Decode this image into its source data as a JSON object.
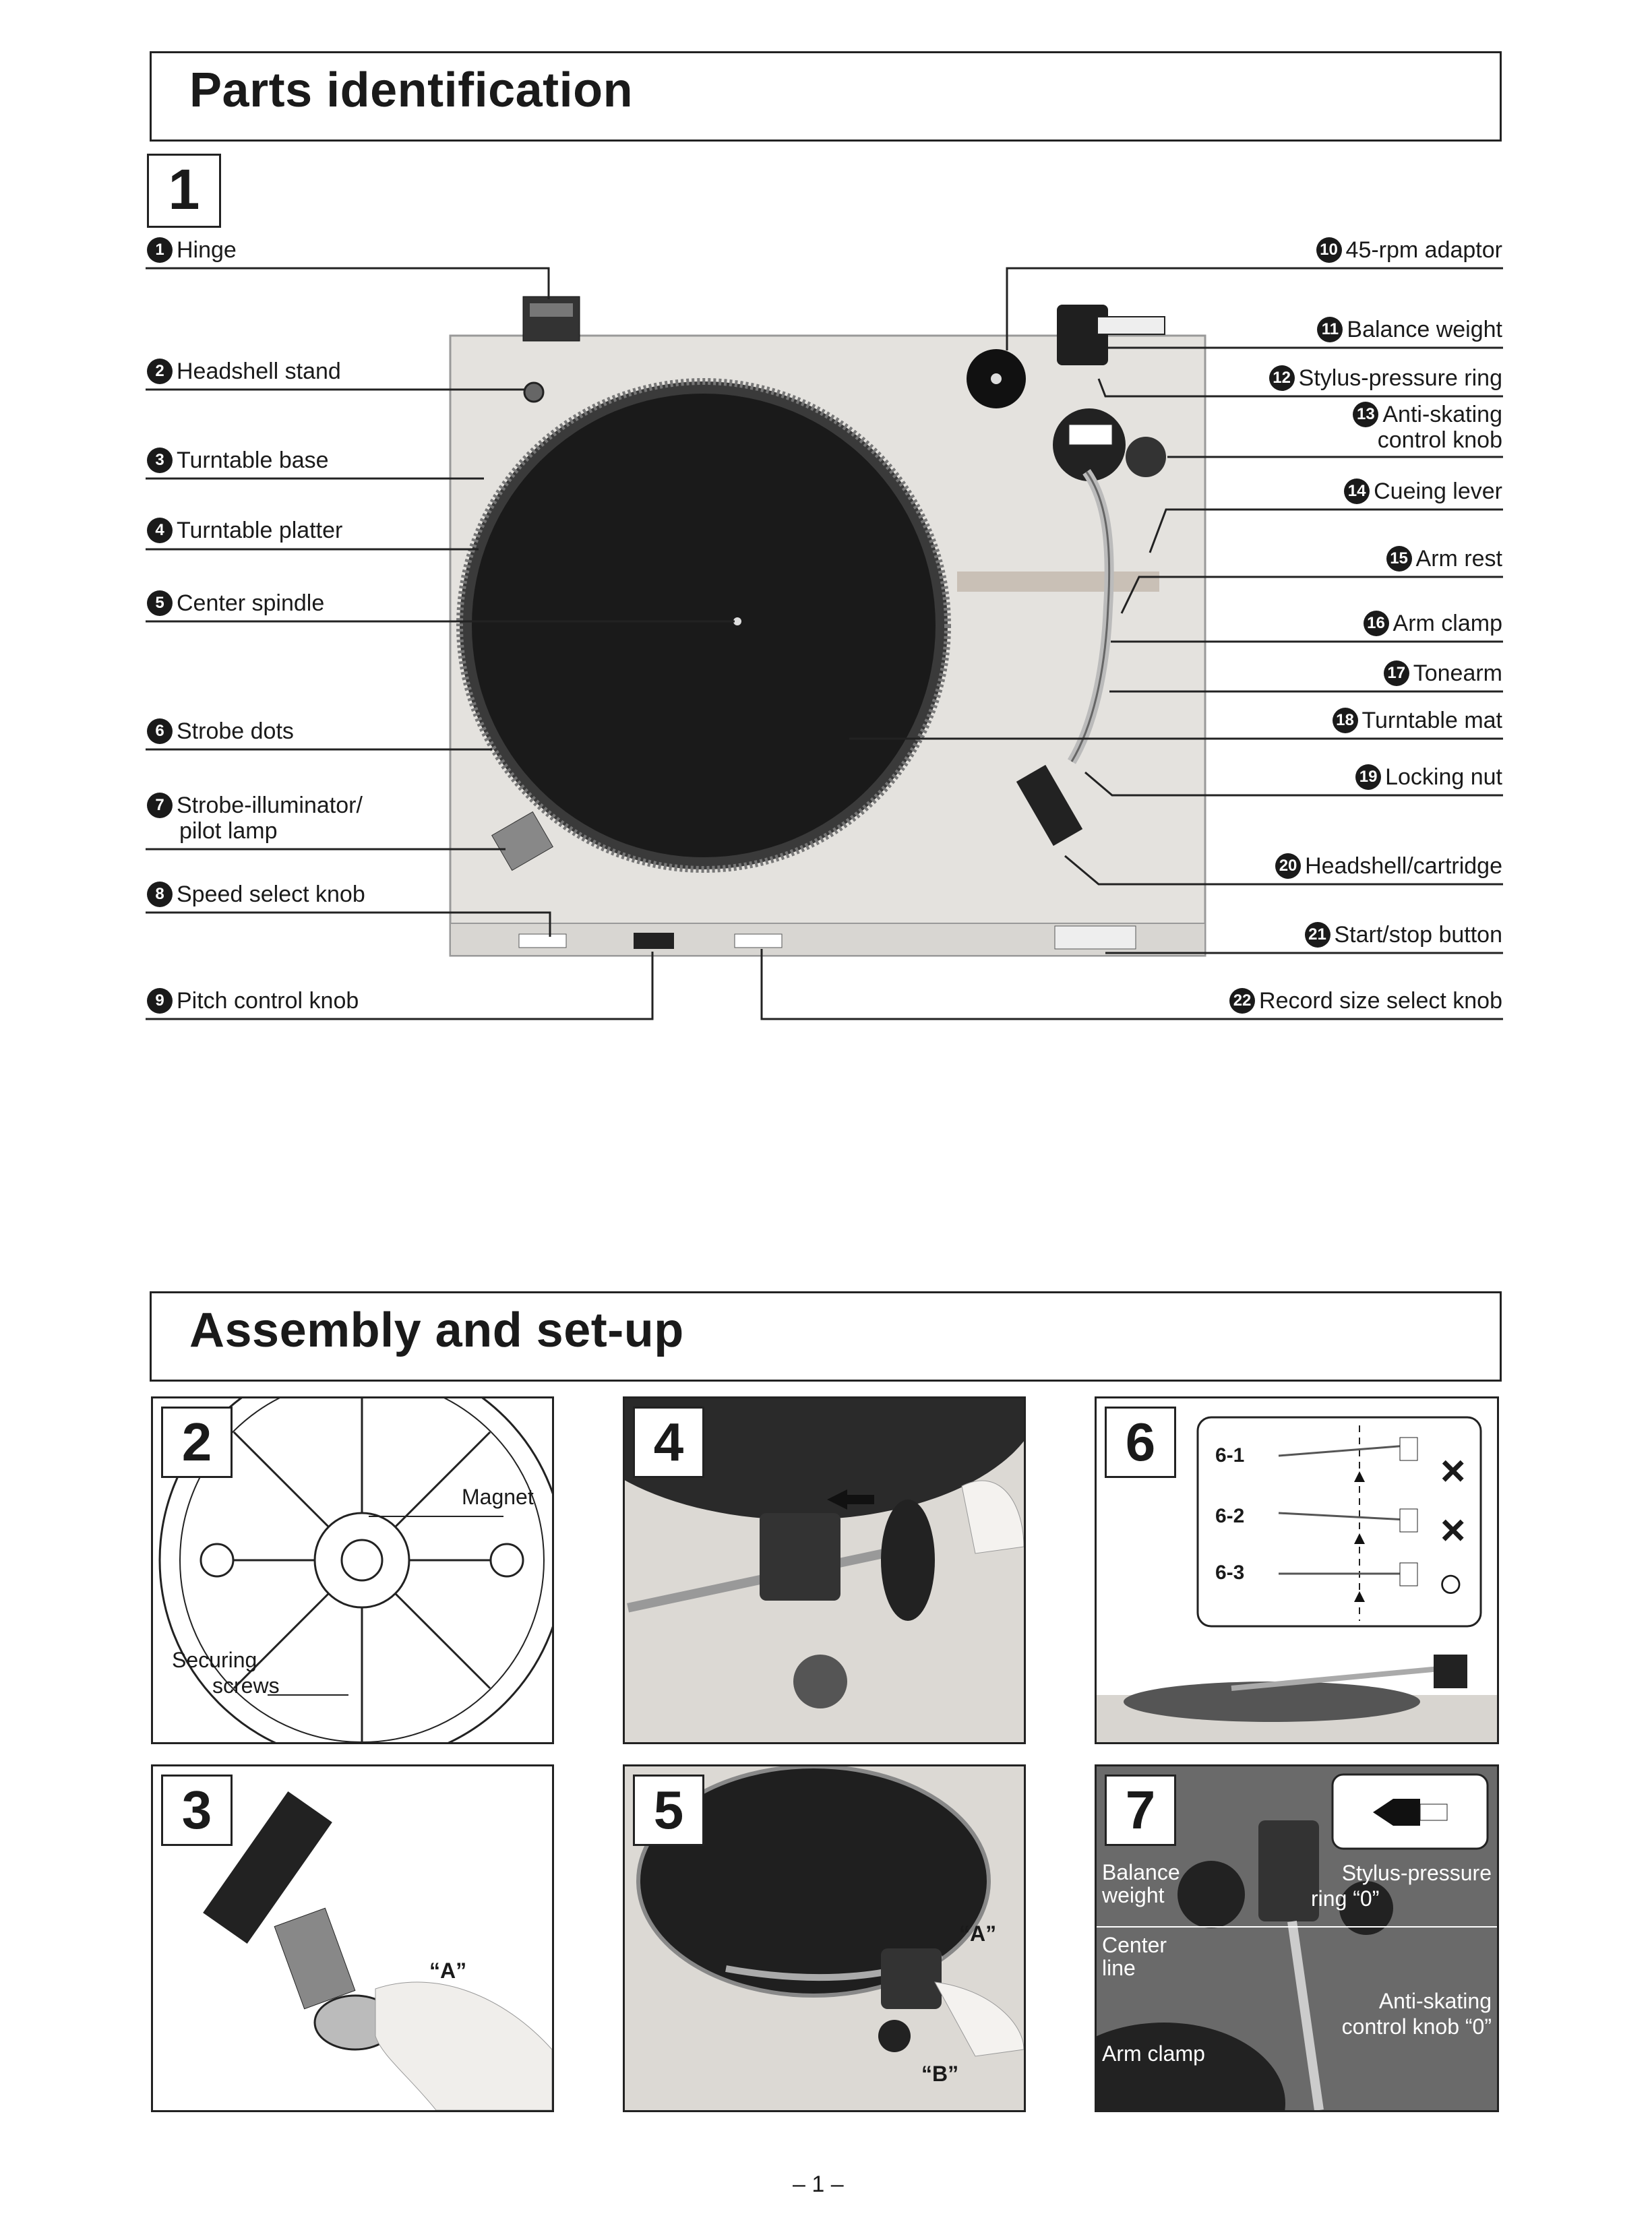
{
  "section1": {
    "title": "Parts identification",
    "figure": "1"
  },
  "left_labels": [
    {
      "num": "1",
      "text": "Hinge"
    },
    {
      "num": "2",
      "text": "Headshell stand"
    },
    {
      "num": "3",
      "text": "Turntable base"
    },
    {
      "num": "4",
      "text": "Turntable platter"
    },
    {
      "num": "5",
      "text": "Center spindle"
    },
    {
      "num": "6",
      "text": "Strobe dots"
    },
    {
      "num": "7",
      "text": "Strobe-illuminator/",
      "text2": "pilot lamp"
    },
    {
      "num": "8",
      "text": "Speed select knob"
    },
    {
      "num": "9",
      "text": "Pitch control knob"
    }
  ],
  "right_labels": [
    {
      "num": "10",
      "text": "45-rpm adaptor"
    },
    {
      "num": "11",
      "text": "Balance weight"
    },
    {
      "num": "12",
      "text": "Stylus-pressure ring"
    },
    {
      "num": "13",
      "text": "Anti-skating",
      "text2": "control knob"
    },
    {
      "num": "14",
      "text": "Cueing lever"
    },
    {
      "num": "15",
      "text": "Arm rest"
    },
    {
      "num": "16",
      "text": "Arm clamp"
    },
    {
      "num": "17",
      "text": "Tonearm"
    },
    {
      "num": "18",
      "text": "Turntable mat"
    },
    {
      "num": "19",
      "text": "Locking nut"
    },
    {
      "num": "20",
      "text": "Headshell/cartridge"
    },
    {
      "num": "21",
      "text": "Start/stop button"
    },
    {
      "num": "22",
      "text": "Record size select knob"
    }
  ],
  "section2": {
    "title": "Assembly and set-up"
  },
  "panels": {
    "p2": {
      "num": "2",
      "magnet": "Magnet",
      "securing1": "Securing",
      "securing2": "screws"
    },
    "p3": {
      "num": "3",
      "a": "“A”"
    },
    "p4": {
      "num": "4"
    },
    "p5": {
      "num": "5",
      "a": "“A”",
      "b": "“B”"
    },
    "p6": {
      "num": "6",
      "r1": "6-1",
      "r2": "6-2",
      "r3": "6-3",
      "m1": "×",
      "m2": "×",
      "m3": "○"
    },
    "p7": {
      "num": "7",
      "balance": "Balance weight",
      "center": "Center line",
      "armclamp": "Arm clamp",
      "stylus1": "Stylus-pressure",
      "stylus2": "ring “0”",
      "anti1": "Anti-skating",
      "anti2": "control knob “0”"
    }
  },
  "page_number": "– 1 –"
}
